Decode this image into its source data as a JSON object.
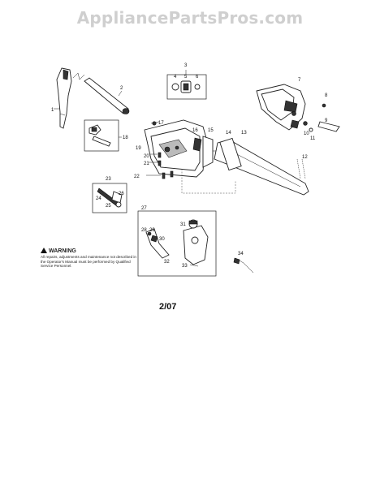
{
  "watermark": "AppliancePartsPros.com",
  "warning": {
    "title": "WARNING",
    "text": "All repairs, adjustments and maintenance not described in the Operator's Manual must be performed by Qualified Service Personnel."
  },
  "date_code": "2/07",
  "callouts": [
    "1",
    "2",
    "3",
    "4",
    "5",
    "6",
    "7",
    "8",
    "9",
    "10",
    "11",
    "12",
    "13",
    "14",
    "15",
    "16",
    "17",
    "18",
    "19",
    "20",
    "21",
    "22",
    "23",
    "24",
    "25",
    "26",
    "27",
    "28",
    "29",
    "30",
    "31",
    "32",
    "33",
    "34"
  ]
}
